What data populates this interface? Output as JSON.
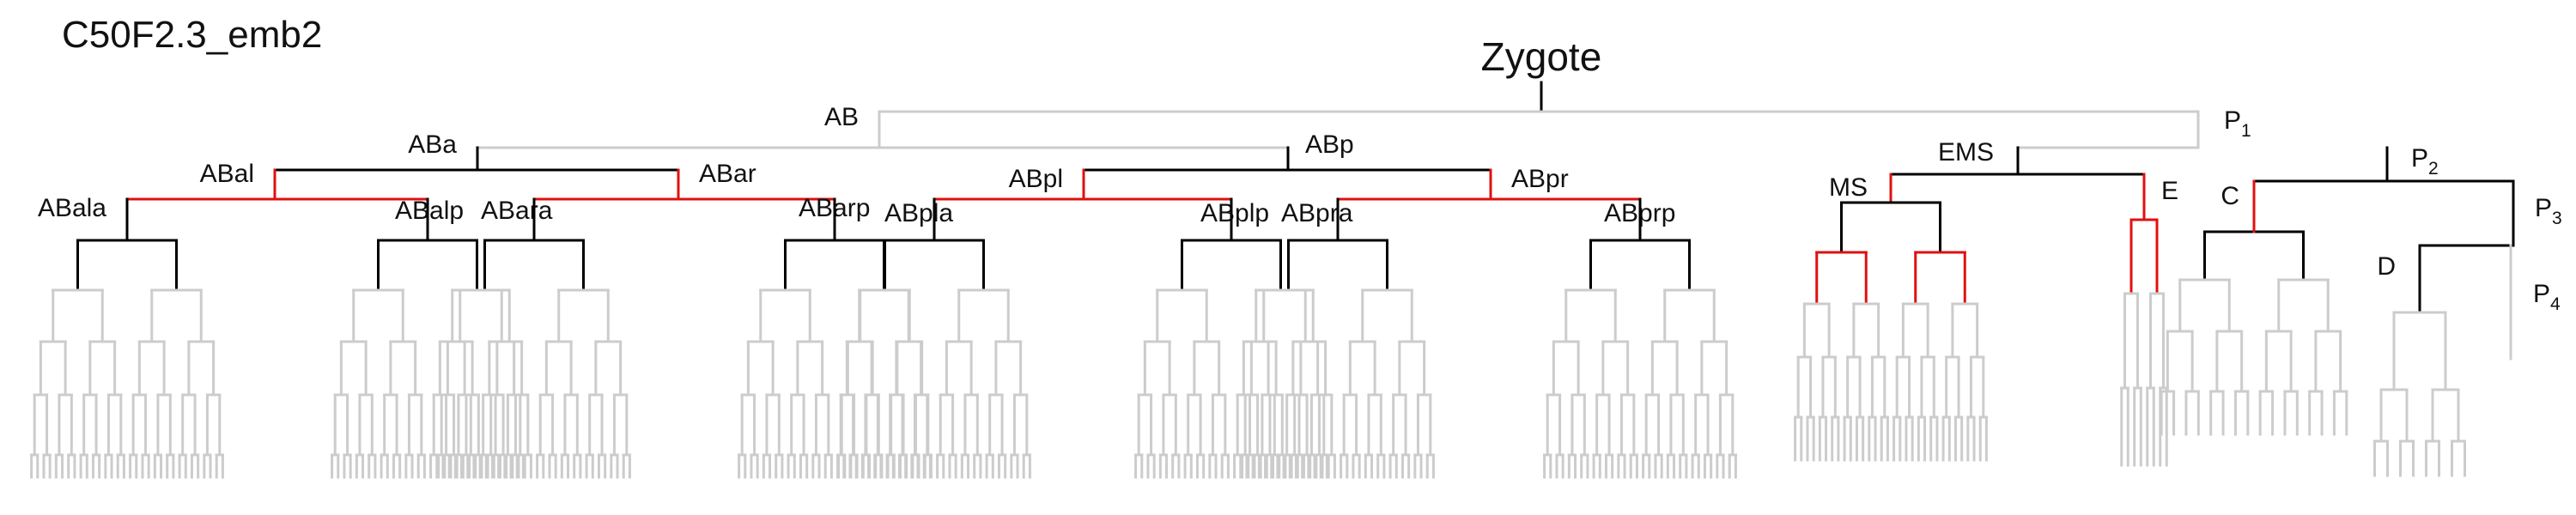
{
  "embryo_label": "C50F2.3_emb2",
  "colors": {
    "active": "#000000",
    "expressed": "#e01010",
    "inactive": "#cccccc"
  },
  "lineage": {
    "id": "zygote",
    "label": "Zygote",
    "state": "a",
    "children": [
      {
        "id": "ab",
        "label": "AB",
        "state": "i",
        "children": [
          {
            "id": "aba",
            "label": "ABa",
            "state": "a",
            "children": [
              {
                "id": "abal",
                "label": "ABal",
                "state": "r",
                "children": [
                  {
                    "id": "abala",
                    "label": "ABala",
                    "state": "a",
                    "children": []
                  },
                  {
                    "id": "abalp",
                    "label": "ABalp",
                    "state": "a",
                    "children": []
                  }
                ]
              },
              {
                "id": "abar",
                "label": "ABar",
                "state": "r",
                "children": [
                  {
                    "id": "abara",
                    "label": "ABara",
                    "state": "a",
                    "children": []
                  },
                  {
                    "id": "abarp",
                    "label": "ABarp",
                    "state": "a",
                    "children": []
                  }
                ]
              }
            ]
          },
          {
            "id": "abp",
            "label": "ABp",
            "state": "a",
            "children": [
              {
                "id": "abpl",
                "label": "ABpl",
                "state": "r",
                "children": [
                  {
                    "id": "abpla",
                    "label": "ABpla",
                    "state": "a",
                    "children": []
                  },
                  {
                    "id": "abplp",
                    "label": "ABplp",
                    "state": "a",
                    "children": []
                  }
                ]
              },
              {
                "id": "abpr",
                "label": "ABpr",
                "state": "r",
                "children": [
                  {
                    "id": "abpra",
                    "label": "ABpra",
                    "state": "a",
                    "children": []
                  },
                  {
                    "id": "abprp",
                    "label": "ABprp",
                    "state": "a",
                    "children": []
                  }
                ]
              }
            ]
          }
        ]
      },
      {
        "id": "p1",
        "label": "P",
        "sub": "1",
        "state": "i",
        "children": [
          {
            "id": "ems",
            "label": "EMS",
            "state": "a",
            "children": [
              {
                "id": "ms",
                "label": "MS",
                "state": "r",
                "children": []
              },
              {
                "id": "e",
                "label": "E",
                "state": "r",
                "children": []
              }
            ]
          },
          {
            "id": "p2",
            "label": "P",
            "sub": "2",
            "state": "a",
            "children": [
              {
                "id": "c",
                "label": "C",
                "state": "r",
                "children": []
              },
              {
                "id": "p3",
                "label": "P",
                "sub": "3",
                "state": "a",
                "children": [
                  {
                    "id": "d",
                    "label": "D",
                    "state": "a",
                    "children": []
                  },
                  {
                    "id": "p4",
                    "label": "P",
                    "sub": "4",
                    "state": "i",
                    "children": []
                  }
                ]
              }
            ]
          }
        ]
      }
    ]
  }
}
